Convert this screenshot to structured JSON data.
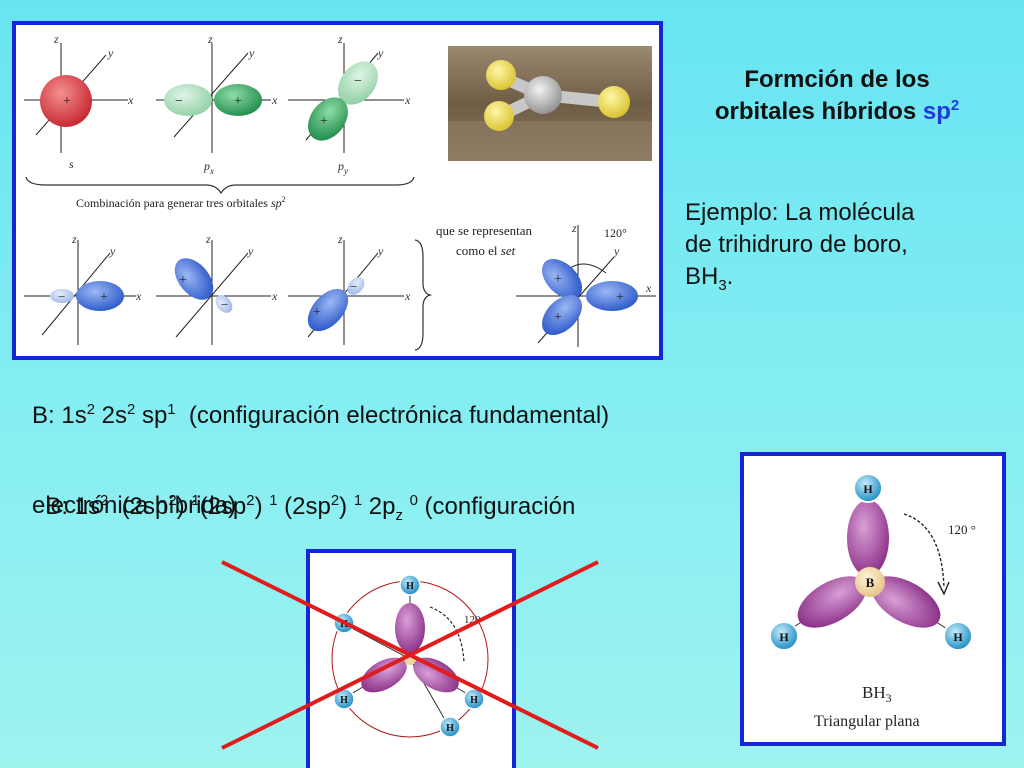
{
  "slide": {
    "title_line1": "Formción de los",
    "title_line2_prefix": "orbitales híbridos ",
    "title_sp": "sp",
    "title_sp_sup": "2",
    "example_line1": "Ejemplo:  La molécula",
    "example_line2": "de trihidruro de boro,",
    "example_bh": "BH",
    "example_sub": "3",
    "example_dot": "."
  },
  "orbital_figure": {
    "axis_x": "x",
    "axis_y": "y",
    "axis_z": "z",
    "label_s": "s",
    "label_px": "p",
    "label_px_sub": "x",
    "label_py": "p",
    "label_py_sub": "y",
    "plus": "+",
    "minus": "−",
    "caption_prefix": "Combinación para generar tres orbitales ",
    "caption_sp": "sp",
    "caption_sup": "2",
    "represent_line1": "que se representan",
    "represent_line2_prefix": "como el ",
    "represent_set": "set",
    "angle": "120°"
  },
  "config": {
    "line1": [
      "B: 1s",
      "2",
      " 2s",
      "2",
      " sp",
      "1",
      "  (configuración electrónica fundamental)"
    ],
    "line2": [
      "B: 1s",
      "2",
      "  (2sp",
      "2",
      ") ",
      "1",
      "(2sp",
      "2",
      ") ",
      "1",
      " (2sp",
      "2",
      ") ",
      "1",
      " 2p",
      "z",
      " ",
      "0",
      " (configuración"
    ],
    "line3": "electrónica híbrida)"
  },
  "bh3_wrong": {
    "atom_h": "H",
    "angle": "120 °"
  },
  "bh3_right": {
    "atom_h": "H",
    "atom_b": "B",
    "angle": "120 °",
    "formula": "BH",
    "formula_sub": "3",
    "shape": "Triangular plana"
  },
  "colors": {
    "frame": "#1426d6",
    "cross": "#e01c1c",
    "lobe_purple": "#a0409c",
    "lobe_blue": "#3a66d6",
    "lobe_green": "#2fa05a",
    "atom_h": "#1593c9",
    "atom_b": "#f2d7a0"
  }
}
